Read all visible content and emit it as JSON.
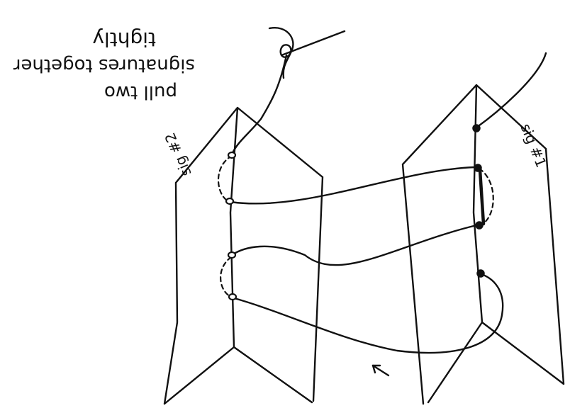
{
  "note": {
    "line1": "pull two",
    "line2": "signatures together",
    "line3": "tightly"
  },
  "labels": {
    "sig2": "sig #2",
    "sig1": "sig #1"
  },
  "colors": {
    "ink": "#111111",
    "paper": "#ffffff"
  }
}
